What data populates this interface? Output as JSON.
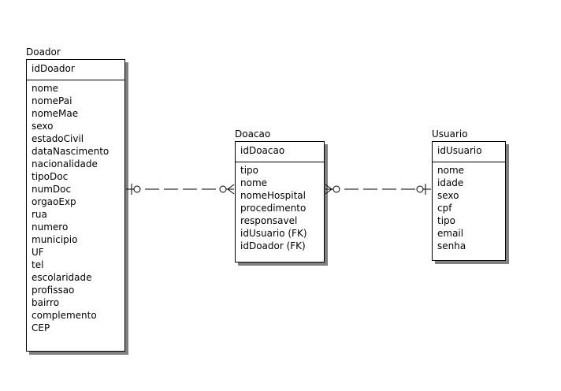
{
  "entities": {
    "doador": {
      "name": "Doador",
      "key": "idDoador",
      "attributes": [
        "nome",
        "nomePai",
        "nomeMae",
        "sexo",
        "estadoCivil",
        "dataNascimento",
        "nacionalidade",
        "tipoDoc",
        "numDoc",
        "orgaoExp",
        "rua",
        "numero",
        "municipio",
        "UF",
        "tel",
        "escolaridade",
        "profissao",
        "bairro",
        "complemento",
        "CEP"
      ]
    },
    "doacao": {
      "name": "Doacao",
      "key": "idDoacao",
      "attributes": [
        "tipo",
        "nome",
        "nomeHospital",
        "procedimento",
        "responsavel",
        "idUsuario (FK)",
        "idDoador (FK)"
      ]
    },
    "usuario": {
      "name": "Usuario",
      "key": "idUsuario",
      "attributes": [
        "nome",
        "idade",
        "sexo",
        "cpf",
        "tipo",
        "email",
        "senha"
      ]
    }
  },
  "relationships": [
    {
      "from": "Doador",
      "from_end": "zero-or-one",
      "to": "Doacao",
      "to_end": "zero-or-many",
      "line_style": "dashed"
    },
    {
      "from": "Doacao",
      "from_end": "zero-or-many",
      "to": "Usuario",
      "to_end": "zero-or-one",
      "line_style": "dashed"
    }
  ]
}
